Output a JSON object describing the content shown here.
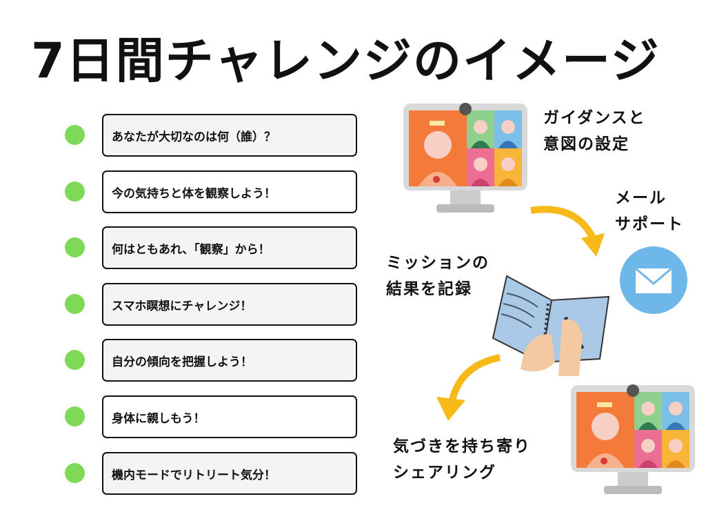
{
  "title": "7日間チャレンジのイメージ",
  "steps": [
    "あなたが大切なのは何（誰）？",
    "今の気持ちと体を観察しよう！",
    "何はともあれ、「観察」から！",
    "スマホ瞑想にチャレンジ！",
    "自分の傾向を把握しよう！",
    "身体に親しもう！",
    "機内モードでリトリート気分！"
  ],
  "flow": {
    "guidance": [
      "ガイダンスと",
      "意図の設定"
    ],
    "mail": [
      "メール",
      "サポート"
    ],
    "record": [
      "ミッションの",
      "結果を記録"
    ],
    "share": [
      "気づきを持ち寄り",
      "シェアリング"
    ]
  },
  "colors": {
    "dot": "#7ed957",
    "arrow": "#f7b918",
    "envelope": "#6db8e8",
    "monitor_screen": "#f47a3a"
  }
}
